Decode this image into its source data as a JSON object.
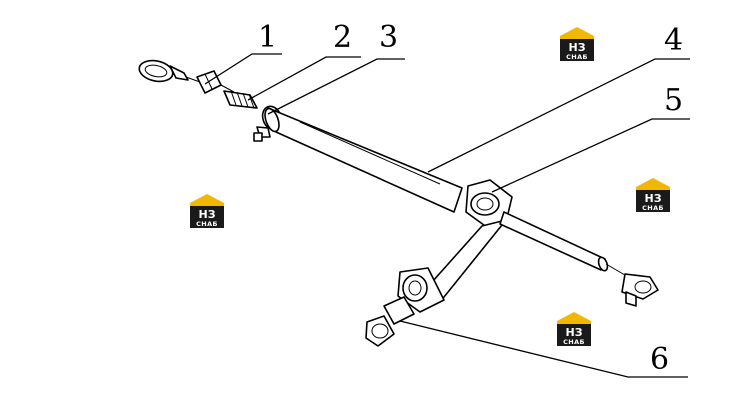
{
  "callouts": [
    {
      "label": "1"
    },
    {
      "label": "2"
    },
    {
      "label": "3"
    },
    {
      "label": "4"
    },
    {
      "label": "5"
    },
    {
      "label": "6"
    }
  ],
  "watermark": {
    "top_text": "НЗ",
    "bottom_text": "СНАБ",
    "color_roof": "#f2b705",
    "color_body": "#1a1a1a"
  }
}
